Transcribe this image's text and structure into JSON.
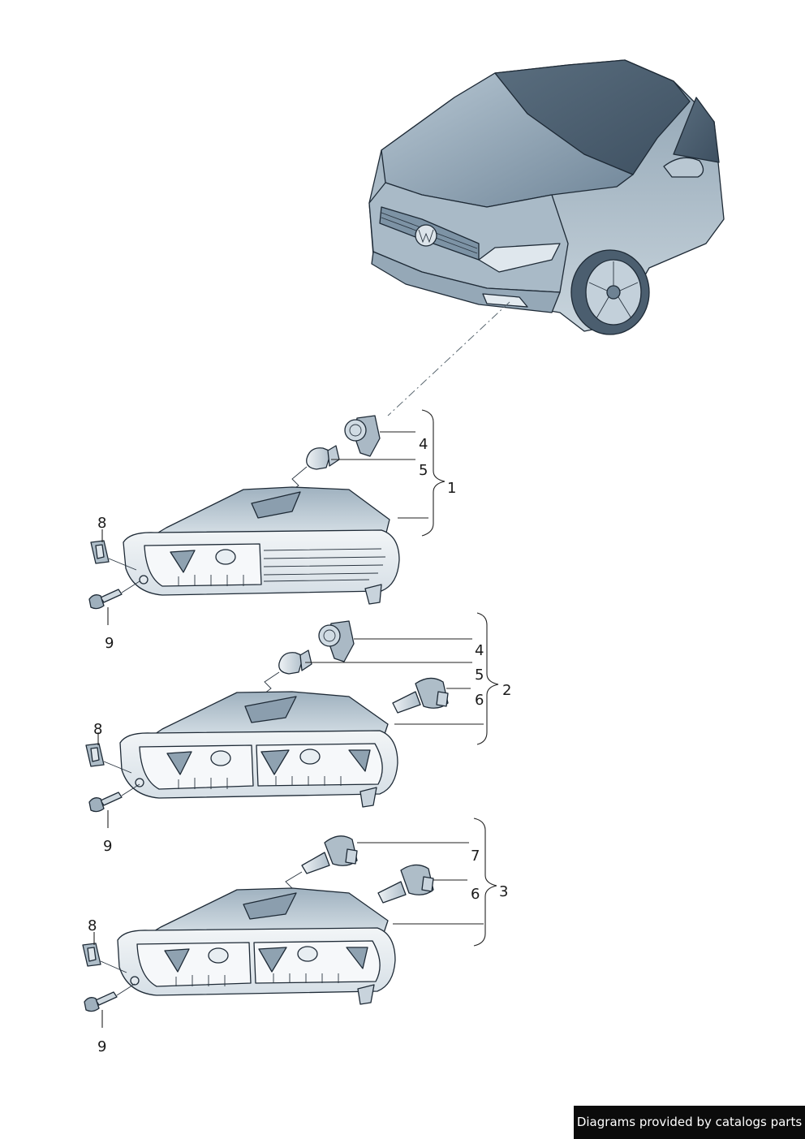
{
  "diagram": {
    "callouts": {
      "g1_part4": "4",
      "g1_part5": "5",
      "g1_group": "1",
      "g1_part8": "8",
      "g1_part9": "9",
      "g2_part4": "4",
      "g2_part5": "5",
      "g2_part6": "6",
      "g2_group": "2",
      "g2_part8": "8",
      "g2_part9": "9",
      "g3_part7": "7",
      "g3_part6": "6",
      "g3_group": "3",
      "g3_part8": "8",
      "g3_part9": "9"
    }
  },
  "footer": {
    "credit": "Diagrams provided by catalogs parts"
  },
  "colors": {
    "body_dark": "#566b7d",
    "body_light": "#c7d3dc",
    "glass": "#e6ecf0",
    "footer_bg": "#0b0b0b"
  }
}
